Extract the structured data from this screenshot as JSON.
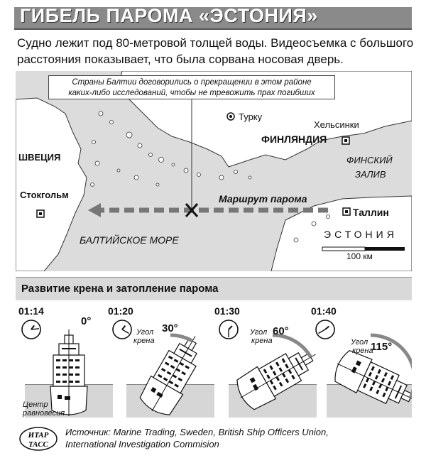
{
  "title": "ГИБЕЛЬ ПАРОМА «ЭСТОНИЯ»",
  "lead": {
    "line1": "Судно лежит под 80-метровой толщей воды. Видеосъемка с большого",
    "line2": "расстояния показывает, что была сорвана носовая дверь."
  },
  "map": {
    "note_line1": "Страны Балтии договорились о прекращении в этом районе",
    "note_line2": "каких-либо исследований, чтобы не тревожить прах погибших",
    "labels": {
      "turku": "Турку",
      "helsinki": "Хельсинки",
      "finland": "ФИНЛЯНДИЯ",
      "sweden": "ШВЕЦИЯ",
      "gulf1": "ФИНСКИЙ",
      "gulf2": "ЗАЛИВ",
      "stockholm": "Стокгольм",
      "tallinn": "Таллин",
      "route": "Маршрут парома",
      "baltic": "БАЛТИЙСКОЕ МОРЕ",
      "estonia": "ЭСТОНИЯ",
      "scale": "100 км"
    }
  },
  "stages_title": "Развитие крена и затопление парома",
  "stages": [
    {
      "time": "01:14",
      "angle": "0°",
      "heel_label_1": "",
      "heel_label_2": "",
      "heel_deg": 0,
      "clock_hour": 1,
      "clock_min": 14
    },
    {
      "time": "01:20",
      "angle": "30°",
      "heel_label_1": "Угол",
      "heel_label_2": "крена",
      "heel_deg": 30,
      "clock_hour": 1,
      "clock_min": 20
    },
    {
      "time": "01:30",
      "angle": "60°",
      "heel_label_1": "Угол",
      "heel_label_2": "крена",
      "heel_deg": 60,
      "clock_hour": 1,
      "clock_min": 30
    },
    {
      "time": "01:40",
      "angle": "115°",
      "heel_label_1": "Угол",
      "heel_label_2": "крена",
      "heel_deg": 115,
      "clock_hour": 1,
      "clock_min": 40
    }
  ],
  "center_label_1": "Центр",
  "center_label_2": "равновесия",
  "logo": {
    "line1": "ИТАР",
    "line2": "ТАСС"
  },
  "source": {
    "line1": "Источник: Marine Trading, Sweden, British Ship Officers Union,",
    "line2": "International Investigation Commision"
  }
}
